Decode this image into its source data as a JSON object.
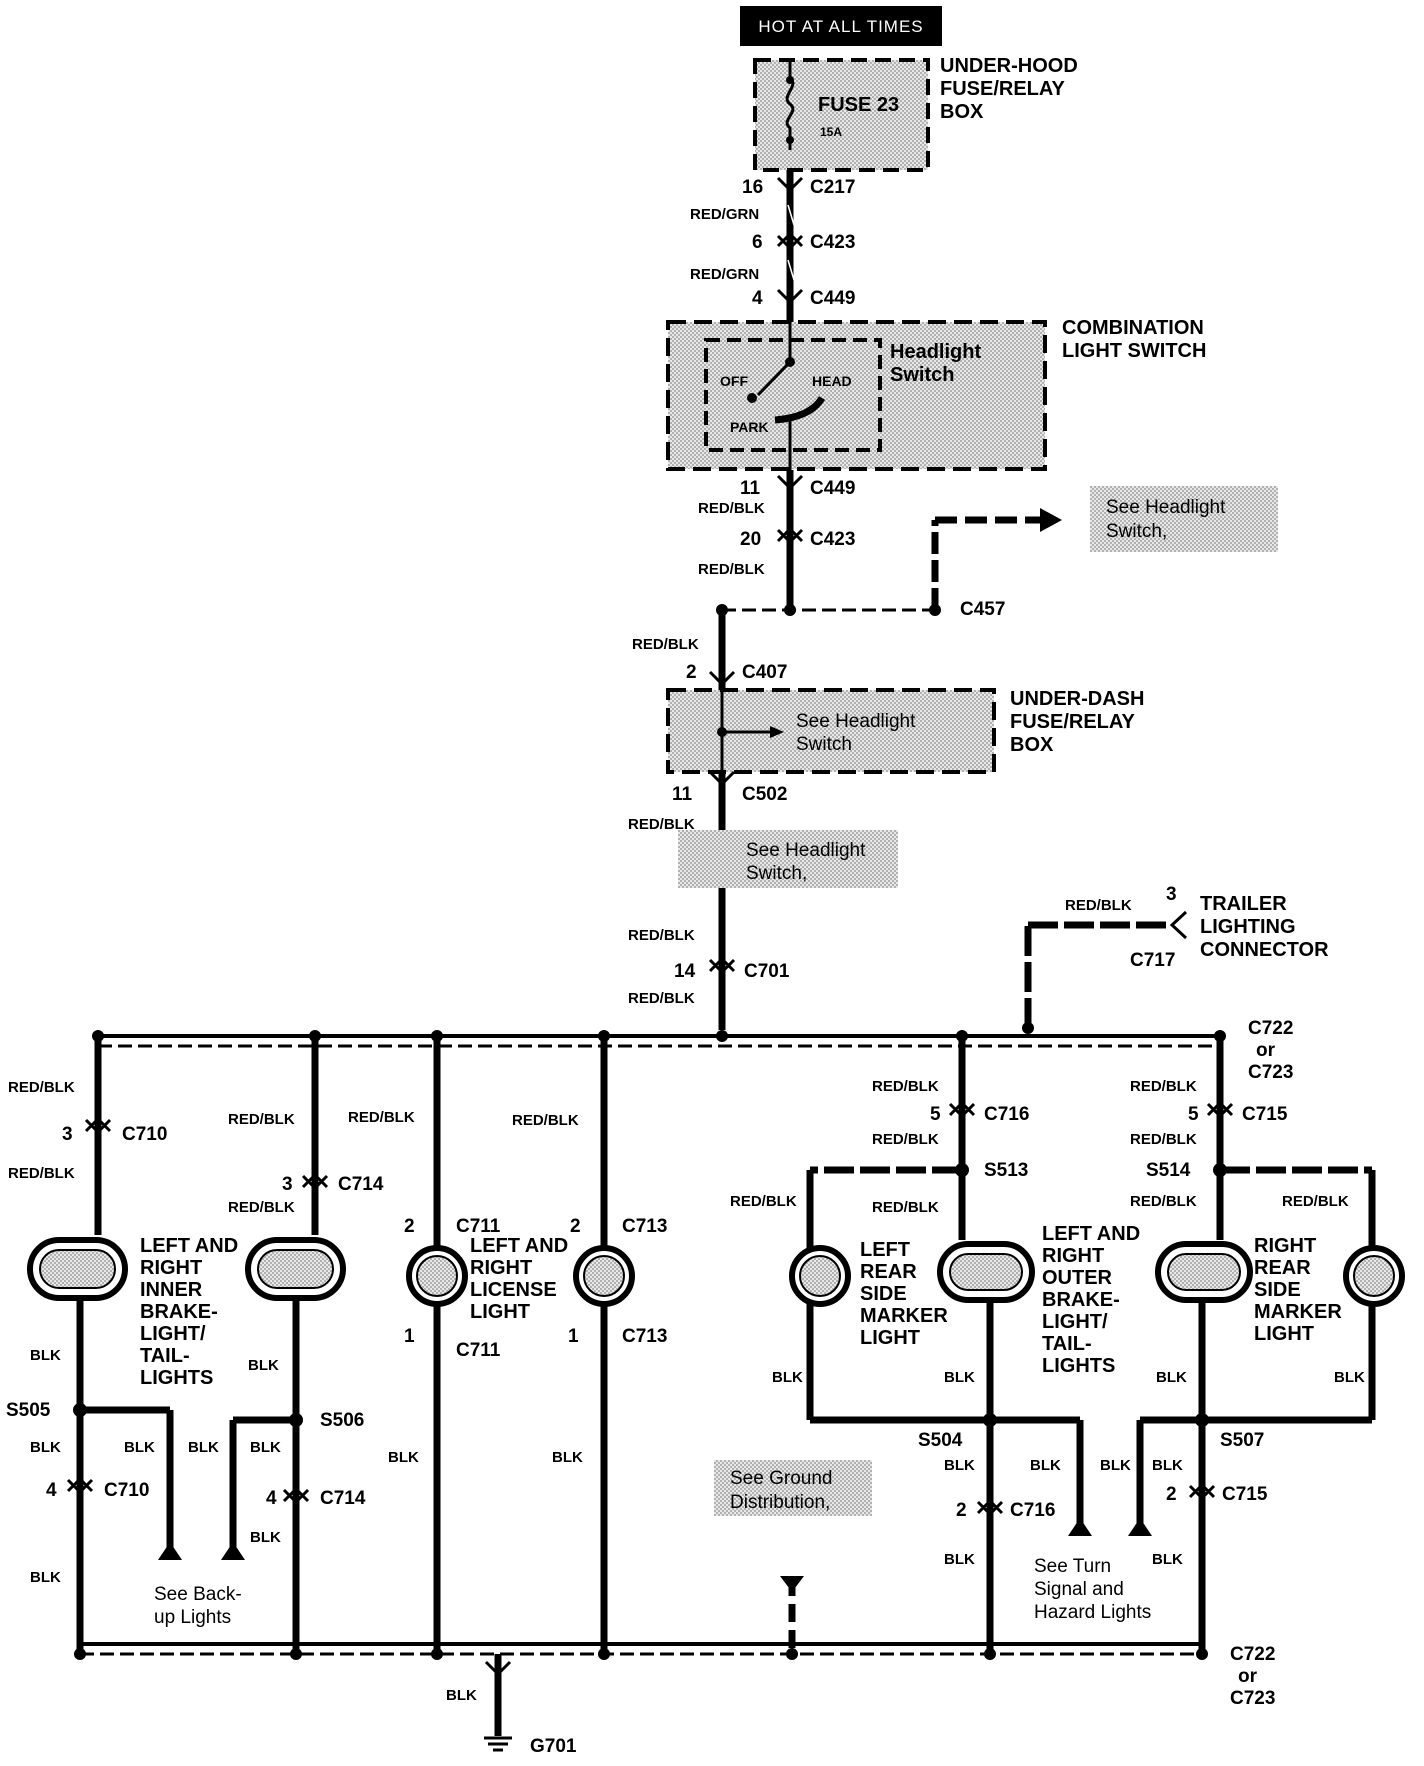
{
  "header": {
    "hot_label": "HOT AT ALL TIMES"
  },
  "components": {
    "under_hood_box": {
      "name_lines": [
        "UNDER-HOOD",
        "FUSE/RELAY",
        "BOX"
      ],
      "fuse_name": "FUSE 23",
      "fuse_rating": "15A"
    },
    "combination_switch": {
      "name_lines": [
        "COMBINATION",
        "LIGHT SWITCH"
      ],
      "inner_lines": [
        "Headlight",
        "Switch"
      ],
      "positions": [
        "OFF",
        "HEAD",
        "PARK"
      ]
    },
    "under_dash_box": {
      "name_lines": [
        "UNDER-DASH",
        "FUSE/RELAY",
        "BOX"
      ],
      "note_lines": [
        "See Headlight",
        "Switch"
      ]
    },
    "trailer": {
      "name_lines": [
        "TRAILER",
        "LIGHTING",
        "CONNECTOR"
      ],
      "pin": "3",
      "connector": "C717",
      "wire": "RED/BLK"
    },
    "inner_brake_lights": {
      "name_lines": [
        "LEFT AND",
        "RIGHT",
        "INNER",
        "BRAKE-",
        "LIGHT/",
        "TAIL-",
        "LIGHTS"
      ]
    },
    "license_lights": {
      "name_lines": [
        "LEFT AND",
        "RIGHT",
        "LICENSE",
        "LIGHT"
      ]
    },
    "left_rear_marker": {
      "name_lines": [
        "LEFT",
        "REAR",
        "SIDE",
        "MARKER",
        "LIGHT"
      ]
    },
    "outer_brake_lights": {
      "name_lines": [
        "LEFT AND",
        "RIGHT",
        "OUTER",
        "BRAKE-",
        "LIGHT/",
        "TAIL-",
        "LIGHTS"
      ]
    },
    "right_rear_marker": {
      "name_lines": [
        "RIGHT",
        "REAR",
        "SIDE",
        "MARKER",
        "LIGHT"
      ]
    }
  },
  "notes": {
    "headlight_switch_1": [
      "See Headlight",
      "Switch,"
    ],
    "headlight_switch_2": [
      "See Headlight",
      "Switch,"
    ],
    "ground_distribution": [
      "See Ground",
      "Distribution,"
    ],
    "backup_lights": [
      "See Back-",
      "up Lights"
    ],
    "turn_signal": [
      "See Turn",
      "Signal and",
      "Hazard Lights"
    ]
  },
  "connectors": {
    "c217": {
      "pin": "16",
      "id": "C217"
    },
    "c423_top": {
      "pin": "6",
      "id": "C423"
    },
    "c449_top": {
      "pin": "4",
      "id": "C449"
    },
    "c449_bottom": {
      "pin": "11",
      "id": "C449"
    },
    "c423_bottom": {
      "pin": "20",
      "id": "C423"
    },
    "c457": {
      "id": "C457"
    },
    "c407": {
      "pin": "2",
      "id": "C407"
    },
    "c502": {
      "pin": "11",
      "id": "C502"
    },
    "c701": {
      "pin": "14",
      "id": "C701"
    },
    "c722_top": [
      "C722",
      "or",
      "C723"
    ],
    "c722_bottom": [
      "C722",
      "or",
      "C723"
    ],
    "c710_top": {
      "pin": "3",
      "id": "C710"
    },
    "c714_top": {
      "pin": "3",
      "id": "C714"
    },
    "c711_top": {
      "pin": "2",
      "id": "C711"
    },
    "c713_top": {
      "pin": "2",
      "id": "C713"
    },
    "c711_bottom": {
      "pin": "1",
      "id": "C711"
    },
    "c713_bottom": {
      "pin": "1",
      "id": "C713"
    },
    "c716_top": {
      "pin": "5",
      "id": "C716"
    },
    "c715_top": {
      "pin": "5",
      "id": "C715"
    },
    "c710_bottom": {
      "pin": "4",
      "id": "C710"
    },
    "c714_bottom": {
      "pin": "4",
      "id": "C714"
    },
    "c716_bottom": {
      "pin": "2",
      "id": "C716"
    },
    "c715_bottom": {
      "pin": "2",
      "id": "C715"
    },
    "s505": "S505",
    "s506": "S506",
    "s504": "S504",
    "s507": "S507",
    "s513": "S513",
    "s514": "S514",
    "g701": "G701"
  },
  "wire_colors": {
    "red_grn": "RED/GRN",
    "red_blk": "RED/BLK",
    "blk": "BLK"
  }
}
